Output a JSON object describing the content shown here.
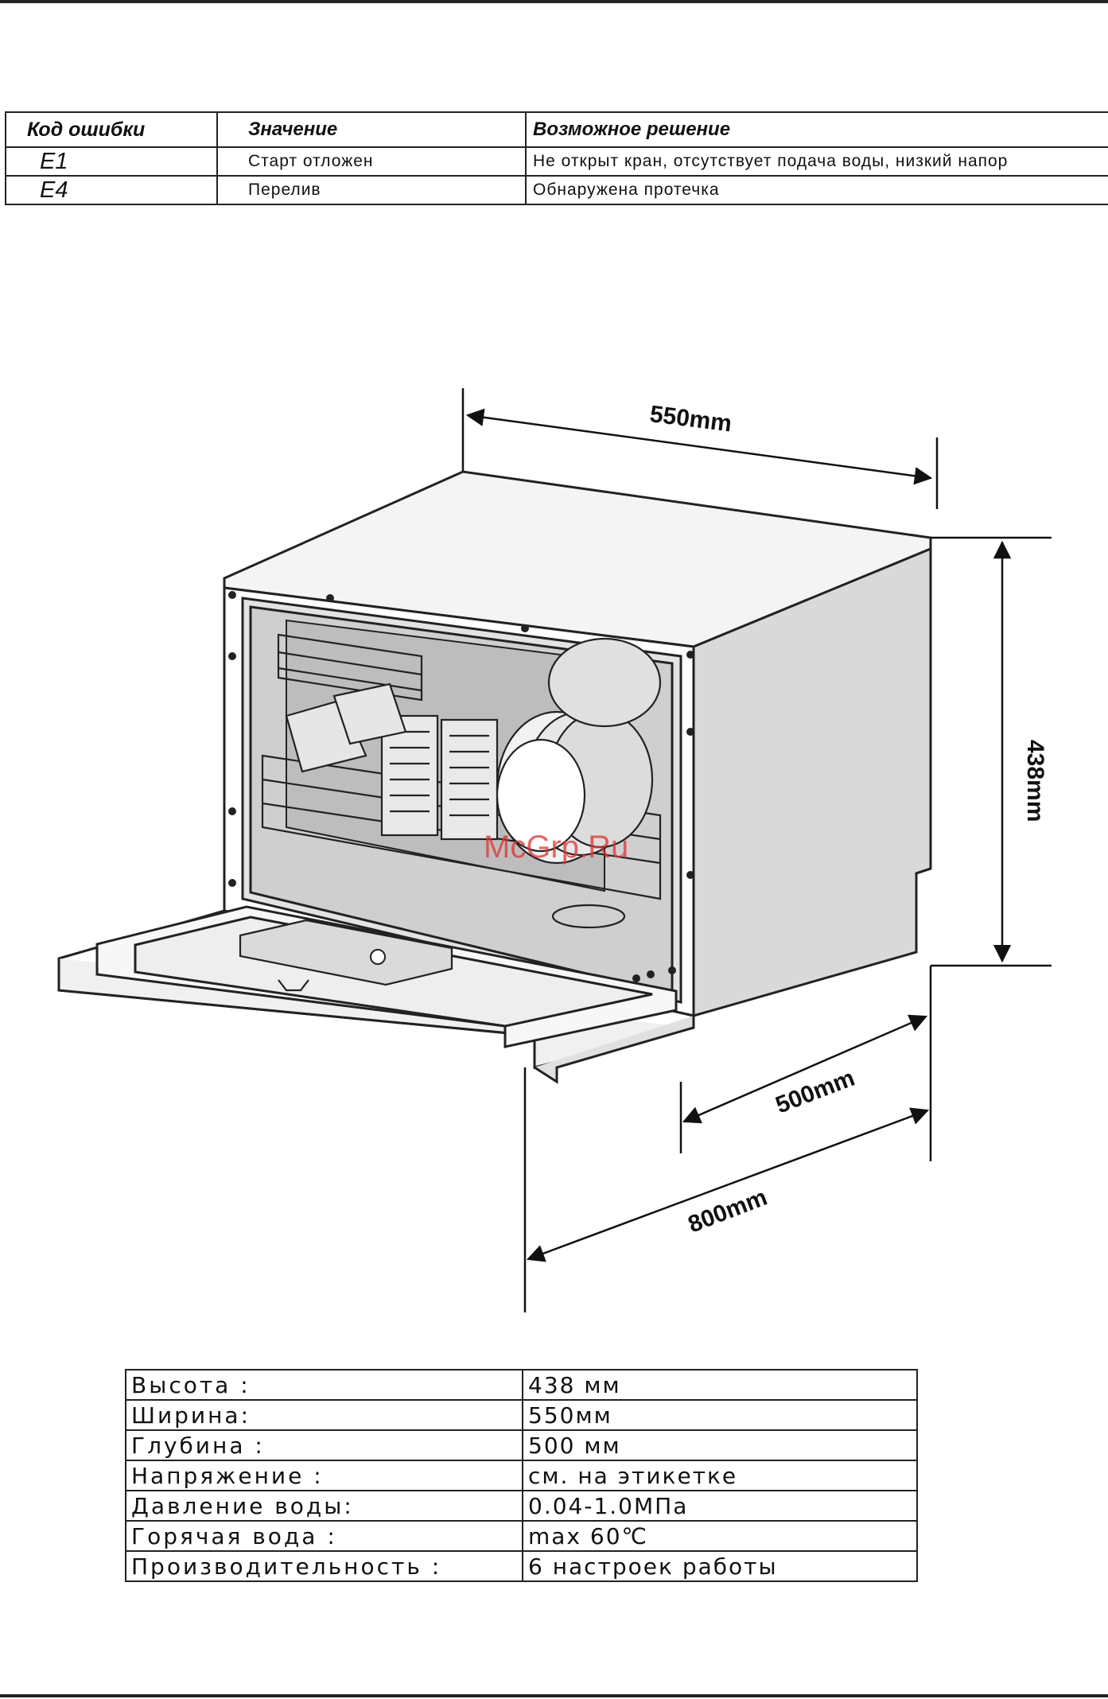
{
  "error_table": {
    "headers": {
      "code": "Код ошибки",
      "meaning": "Значение",
      "solution": "Возможное решение"
    },
    "rows": [
      {
        "code": "E1",
        "meaning": "Старт отложен",
        "solution": "Не открыт кран, отсутствует подача воды, низкий напор"
      },
      {
        "code": "E4",
        "meaning": "Перелив",
        "solution": "Обнаружена протечка"
      }
    ]
  },
  "drawing": {
    "width_label": "550mm",
    "height_label": "438mm",
    "depth_label": "500mm",
    "open_depth_label": "800mm",
    "watermark": "McGrp.Ru"
  },
  "spec_table": {
    "rows": [
      {
        "label": "Высота :",
        "value": "438 мм"
      },
      {
        "label": "Ширина:",
        "value": "550мм"
      },
      {
        "label": "Глубина :",
        "value": "500 мм"
      },
      {
        "label": "Напряжение :",
        "value": "см. на этикетке"
      },
      {
        "label": "Давление воды:",
        "value": "0.04-1.0МПа"
      },
      {
        "label": "Горячая вода :",
        "value": "max 60℃"
      },
      {
        "label": "Производительность :",
        "value": "6 настроек работы"
      }
    ]
  }
}
